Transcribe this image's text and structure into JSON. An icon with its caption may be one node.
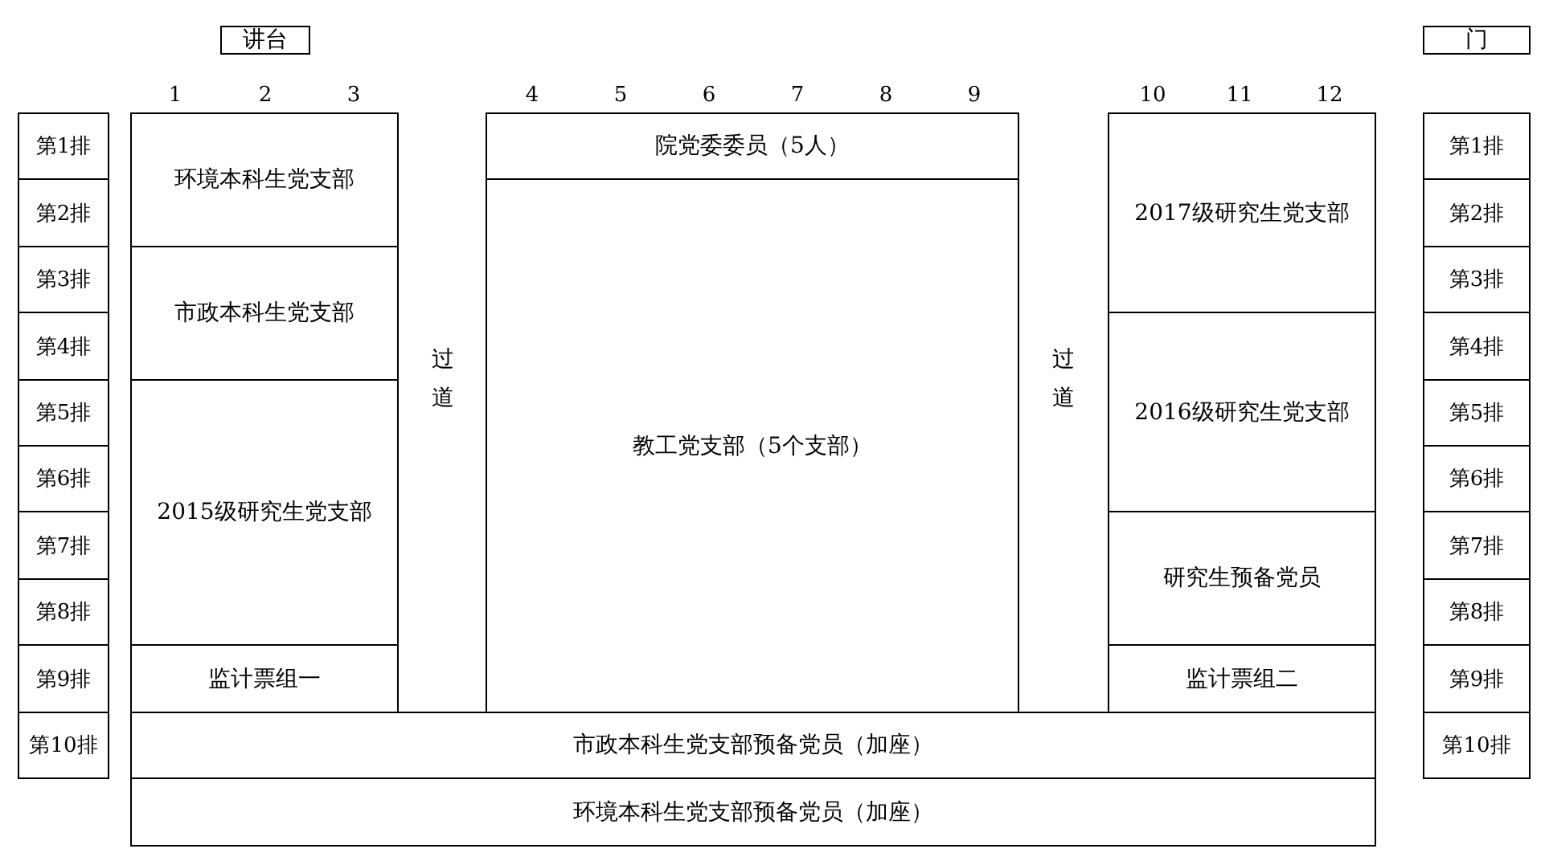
{
  "diagram": {
    "nodes": [
      {
        "text": [
          "讲台"
        ]
      },
      {
        "text": [
          "门"
        ]
      },
      {
        "text": [
          "第1排"
        ]
      },
      {
        "text": [
          "第2排"
        ]
      },
      {
        "text": [
          "第3排"
        ]
      },
      {
        "text": [
          "第4排"
        ]
      },
      {
        "text": [
          "第5排"
        ]
      },
      {
        "text": [
          "第6排"
        ]
      },
      {
        "text": [
          "第7排"
        ]
      },
      {
        "text": [
          "第8排"
        ]
      },
      {
        "text": [
          "第9排"
        ]
      },
      {
        "text": [
          "第10排"
        ]
      },
      {
        "text": [
          "环境本科生党支部"
        ]
      },
      {
        "text": [
          "院党委委员（5人）"
        ]
      },
      {
        "text": [
          "2017级研究生党支部"
        ]
      },
      {
        "text": [
          "市政本科生党支部"
        ]
      },
      {
        "text": [
          "2016级研究生党支部"
        ]
      },
      {
        "text": [
          "教工党支部（5个支部）"
        ]
      },
      {
        "text": [
          "2015级研究生党支部"
        ]
      },
      {
        "text": [
          "研究生预备党员"
        ]
      },
      {
        "text": [
          "监计票组一"
        ]
      },
      {
        "text": [
          "监计票组二"
        ]
      },
      {
        "text": [
          "市政本科生党支部预备党员（加座）"
        ]
      },
      {
        "text": [
          "环境本科生党支部预备党员（加座）"
        ]
      },
      {
        "text": [
          "第1排"
        ]
      },
      {
        "text": [
          "第2排"
        ]
      },
      {
        "text": [
          "第3排"
        ]
      },
      {
        "text": [
          "第4排"
        ]
      },
      {
        "text": [
          "第5排"
        ]
      },
      {
        "text": [
          "第6排"
        ]
      },
      {
        "text": [
          "第7排"
        ]
      },
      {
        "text": [
          "第8排"
        ]
      },
      {
        "text": [
          "第9排"
        ]
      },
      {
        "text": [
          "第10排"
        ]
      }
    ],
    "labels": [
      "1",
      "2",
      "3",
      "4",
      "5",
      "6",
      "7",
      "8",
      "9",
      "10",
      "11",
      "12",
      "过道",
      "过道"
    ]
  }
}
